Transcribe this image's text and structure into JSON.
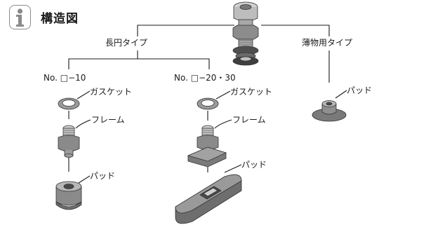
{
  "header": {
    "title": "構造図",
    "icon": "info-icon"
  },
  "groups": {
    "oval": "長円タイプ",
    "thin": "薄物用タイプ"
  },
  "models": {
    "a": "No. □−10",
    "b": "No. □−20・30"
  },
  "parts": {
    "gasket": "ガスケット",
    "frame": "フレーム",
    "pad": "パッド"
  },
  "colors": {
    "line": "#1a1a1a",
    "part_fill": "#8c8c8c",
    "part_dark": "#5a5a5a",
    "part_light": "#d0d0d0",
    "icon_border": "#8a8a8a"
  }
}
